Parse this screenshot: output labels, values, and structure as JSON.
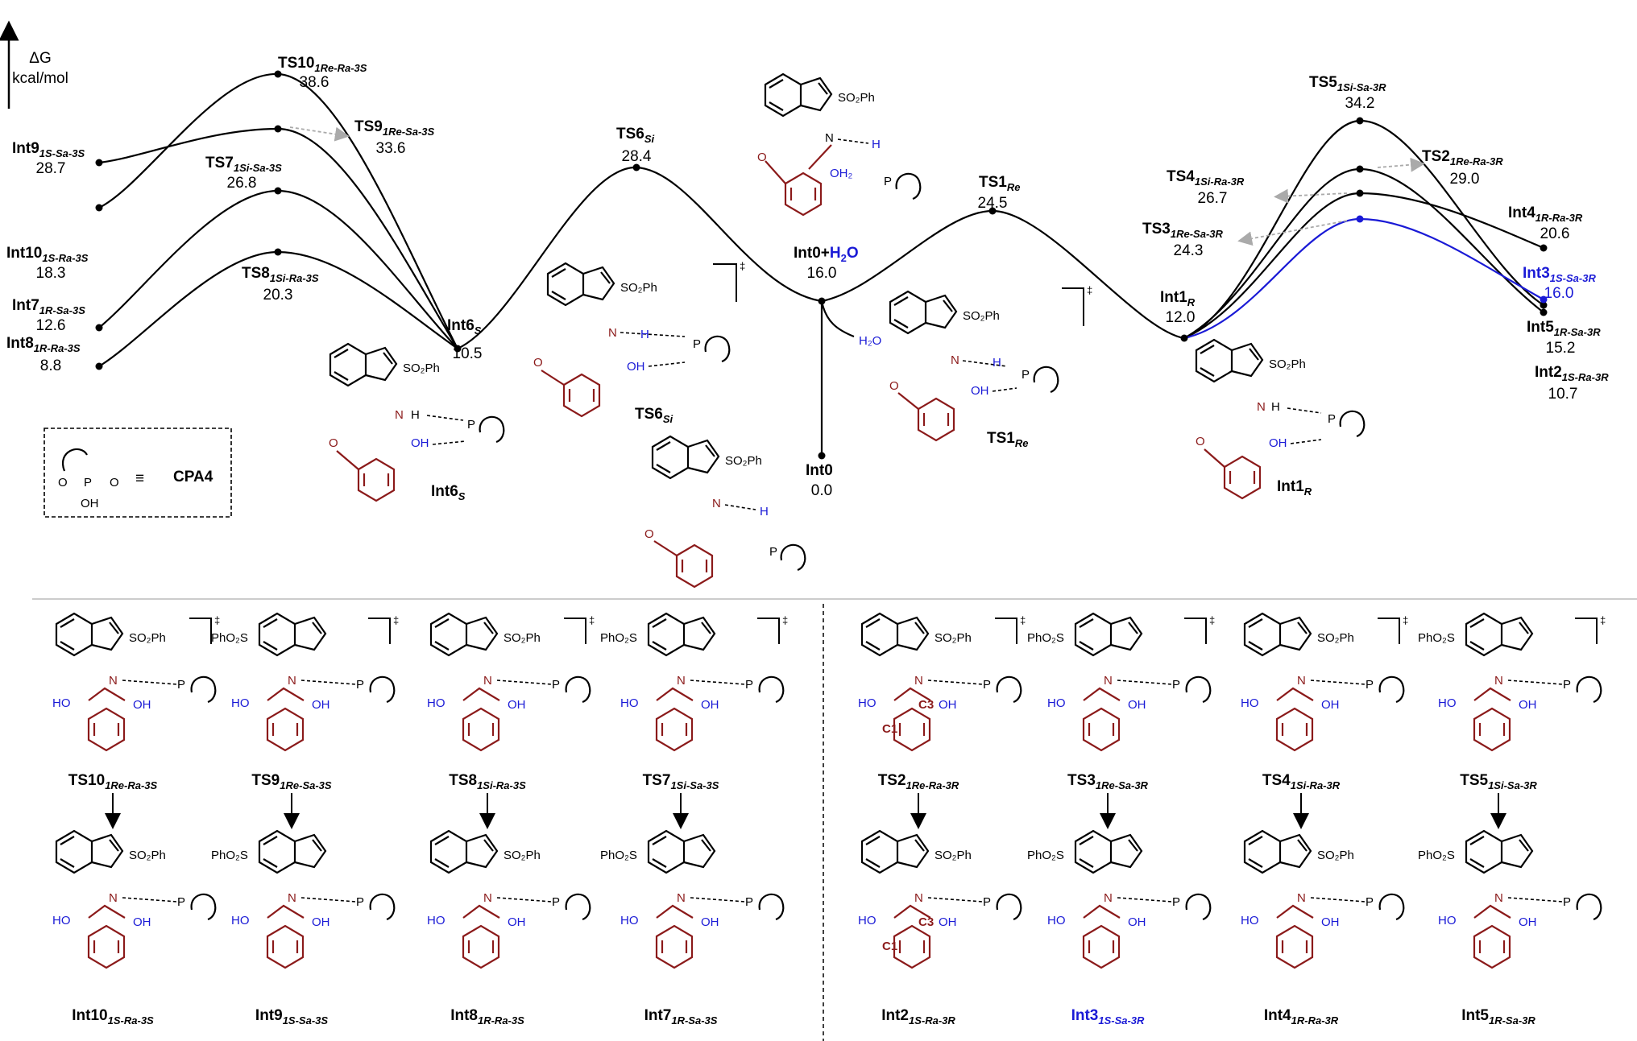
{
  "axis": {
    "line1": "ΔG",
    "line2": "kcal/mol"
  },
  "profile_labels": {
    "TS10": {
      "main": "TS10",
      "sub": "1Re-Ra-3S",
      "value": "38.6"
    },
    "TS9": {
      "main": "TS9",
      "sub": "1Re-Sa-3S",
      "value": "33.6"
    },
    "Int9": {
      "main": "Int9",
      "sub": "1S-Sa-3S",
      "value": "28.7"
    },
    "TS7": {
      "main": "TS7",
      "sub": "1Si-Sa-3S",
      "value": "26.8"
    },
    "Int10": {
      "main": "Int10",
      "sub": "1S-Ra-3S",
      "value": "18.3"
    },
    "TS8": {
      "main": "TS8",
      "sub": "1Si-Ra-3S",
      "value": "20.3"
    },
    "Int7": {
      "main": "Int7",
      "sub": "1R-Sa-3S",
      "value": "12.6"
    },
    "Int8": {
      "main": "Int8",
      "sub": "1R-Ra-3S",
      "value": "8.8"
    },
    "Int6": {
      "main": "Int6",
      "sub": "S",
      "value": "10.5"
    },
    "TS6": {
      "main": "TS6",
      "sub": "Si",
      "value": "28.4"
    },
    "Int0H2O": {
      "main": "Int0+",
      "h2o": "H",
      "two": "2",
      "o": "O",
      "value": "16.0"
    },
    "Int0": {
      "main": "Int0",
      "value": "0.0"
    },
    "TS1": {
      "main": "TS1",
      "sub": "Re",
      "value": "24.5"
    },
    "Int1": {
      "main": "Int1",
      "sub": "R",
      "value": "12.0"
    },
    "TS5": {
      "main": "TS5",
      "sub": "1Si-Sa-3R",
      "value": "34.2"
    },
    "TS2": {
      "main": "TS2",
      "sub": "1Re-Ra-3R",
      "value": "29.0"
    },
    "TS4": {
      "main": "TS4",
      "sub": "1Si-Ra-3R",
      "value": "26.7"
    },
    "TS3": {
      "main": "TS3",
      "sub": "1Re-Sa-3R",
      "value": "24.3"
    },
    "Int4": {
      "main": "Int4",
      "sub": "1R-Ra-3R",
      "value": "20.6"
    },
    "Int3": {
      "main": "Int3",
      "sub": "1S-Sa-3R",
      "value": "16.0"
    },
    "Int5": {
      "main": "Int5",
      "sub": "1R-Sa-3R",
      "value": "15.2"
    },
    "Int2": {
      "main": "Int2",
      "sub": "1S-Ra-3R",
      "value": "10.7"
    }
  },
  "cpa_legend": {
    "equiv": "≡",
    "name": "CPA4"
  },
  "structure_captions": {
    "int6": {
      "main": "Int6",
      "sub": "S"
    },
    "ts6": {
      "main": "TS6",
      "sub": "Si"
    },
    "ts1": {
      "main": "TS1",
      "sub": "Re"
    },
    "int1": {
      "main": "Int1",
      "sub": "R"
    }
  },
  "atoms": {
    "so2ph": "SO₂Ph",
    "phso2s": "PhO₂S",
    "n": "N",
    "h": "H",
    "o": "O",
    "p": "P",
    "oh": "OH",
    "ho": "HO",
    "oh2": "OH₂",
    "h2o": "H₂O",
    "c1": "C1",
    "c3": "C3",
    "dagger": "‡"
  },
  "bottom_ts": [
    {
      "main": "TS10",
      "sub": "1Re-Ra-3S"
    },
    {
      "main": "TS9",
      "sub": "1Re-Sa-3S"
    },
    {
      "main": "TS8",
      "sub": "1Si-Ra-3S"
    },
    {
      "main": "TS7",
      "sub": "1Si-Sa-3S"
    },
    {
      "main": "TS2",
      "sub": "1Re-Ra-3R"
    },
    {
      "main": "TS3",
      "sub": "1Re-Sa-3R"
    },
    {
      "main": "TS4",
      "sub": "1Si-Ra-3R"
    },
    {
      "main": "TS5",
      "sub": "1Si-Sa-3R"
    }
  ],
  "bottom_int": [
    {
      "main": "Int10",
      "sub": "1S-Ra-3S"
    },
    {
      "main": "Int9",
      "sub": "1S-Sa-3S"
    },
    {
      "main": "Int8",
      "sub": "1R-Ra-3S"
    },
    {
      "main": "Int7",
      "sub": "1R-Sa-3S"
    },
    {
      "main": "Int2",
      "sub": "1S-Ra-3R"
    },
    {
      "main": "Int3",
      "sub": "1S-Sa-3R"
    },
    {
      "main": "Int4",
      "sub": "1R-Ra-3R"
    },
    {
      "main": "Int5",
      "sub": "1R-Sa-3R"
    }
  ],
  "colors": {
    "black": "#000000",
    "blue": "#1a1ad6",
    "red": "#8b1a1a",
    "gray": "#aaaaaa"
  }
}
